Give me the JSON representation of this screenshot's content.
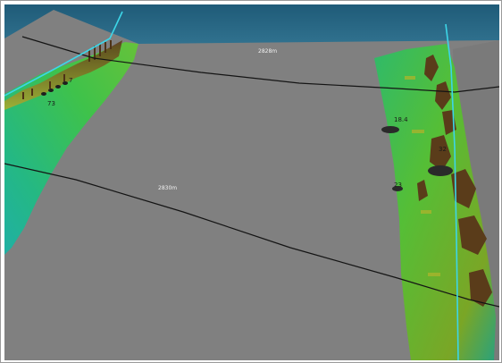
{
  "viewer": {
    "colors": {
      "sky": "#2f6d8a",
      "seabed": "#808080",
      "track": "#3cd6e8",
      "bathy_low": "#1fb89a",
      "bathy_mid": "#3fc24a",
      "bathy_high": "#8fae2a",
      "relief": "#6b4a22"
    }
  },
  "contours": {
    "top_label": "2828m",
    "mid_label": "2830m"
  },
  "soundings": {
    "left_a": "7",
    "left_b": "73",
    "right_a": "18.4",
    "right_b": "32",
    "right_c": "23"
  }
}
